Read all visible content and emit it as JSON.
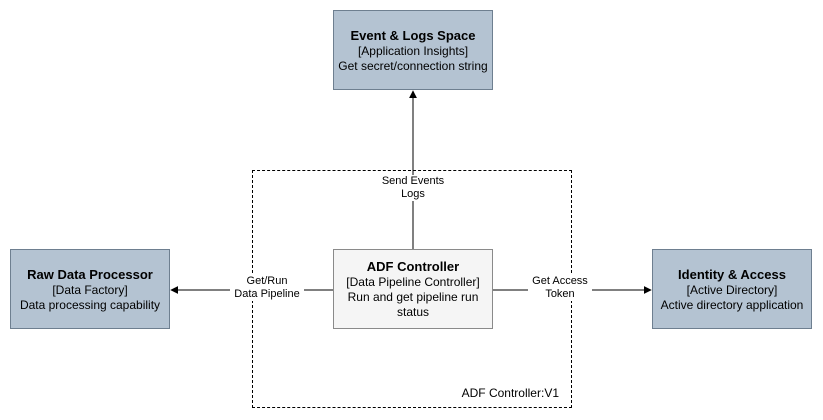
{
  "boundary": {
    "label": "ADF Controller:V1"
  },
  "components": {
    "events": {
      "title": "Event & Logs Space",
      "tech": "[Application Insights]",
      "description": "Get secret/connection string"
    },
    "raw": {
      "title": "Raw Data Processor",
      "tech": "[Data Factory]",
      "description": "Data processing capability"
    },
    "adf": {
      "title": "ADF Controller",
      "tech": "[Data Pipeline Controller]",
      "description_line1": "Run and get pipeline run",
      "description_line2": "status"
    },
    "identity": {
      "title": "Identity & Access",
      "tech": "[Active Directory]",
      "description": "Active directory application"
    }
  },
  "edges": {
    "send_events": {
      "line1": "Send Events",
      "line2": "Logs"
    },
    "get_run": {
      "line1": "Get/Run",
      "line2": "Data Pipeline"
    },
    "get_access": {
      "line1": "Get Access",
      "line2": "Token"
    }
  },
  "colors": {
    "external_fill": "#b4c3d2",
    "internal_fill": "#f5f5f5",
    "line": "#000000"
  }
}
